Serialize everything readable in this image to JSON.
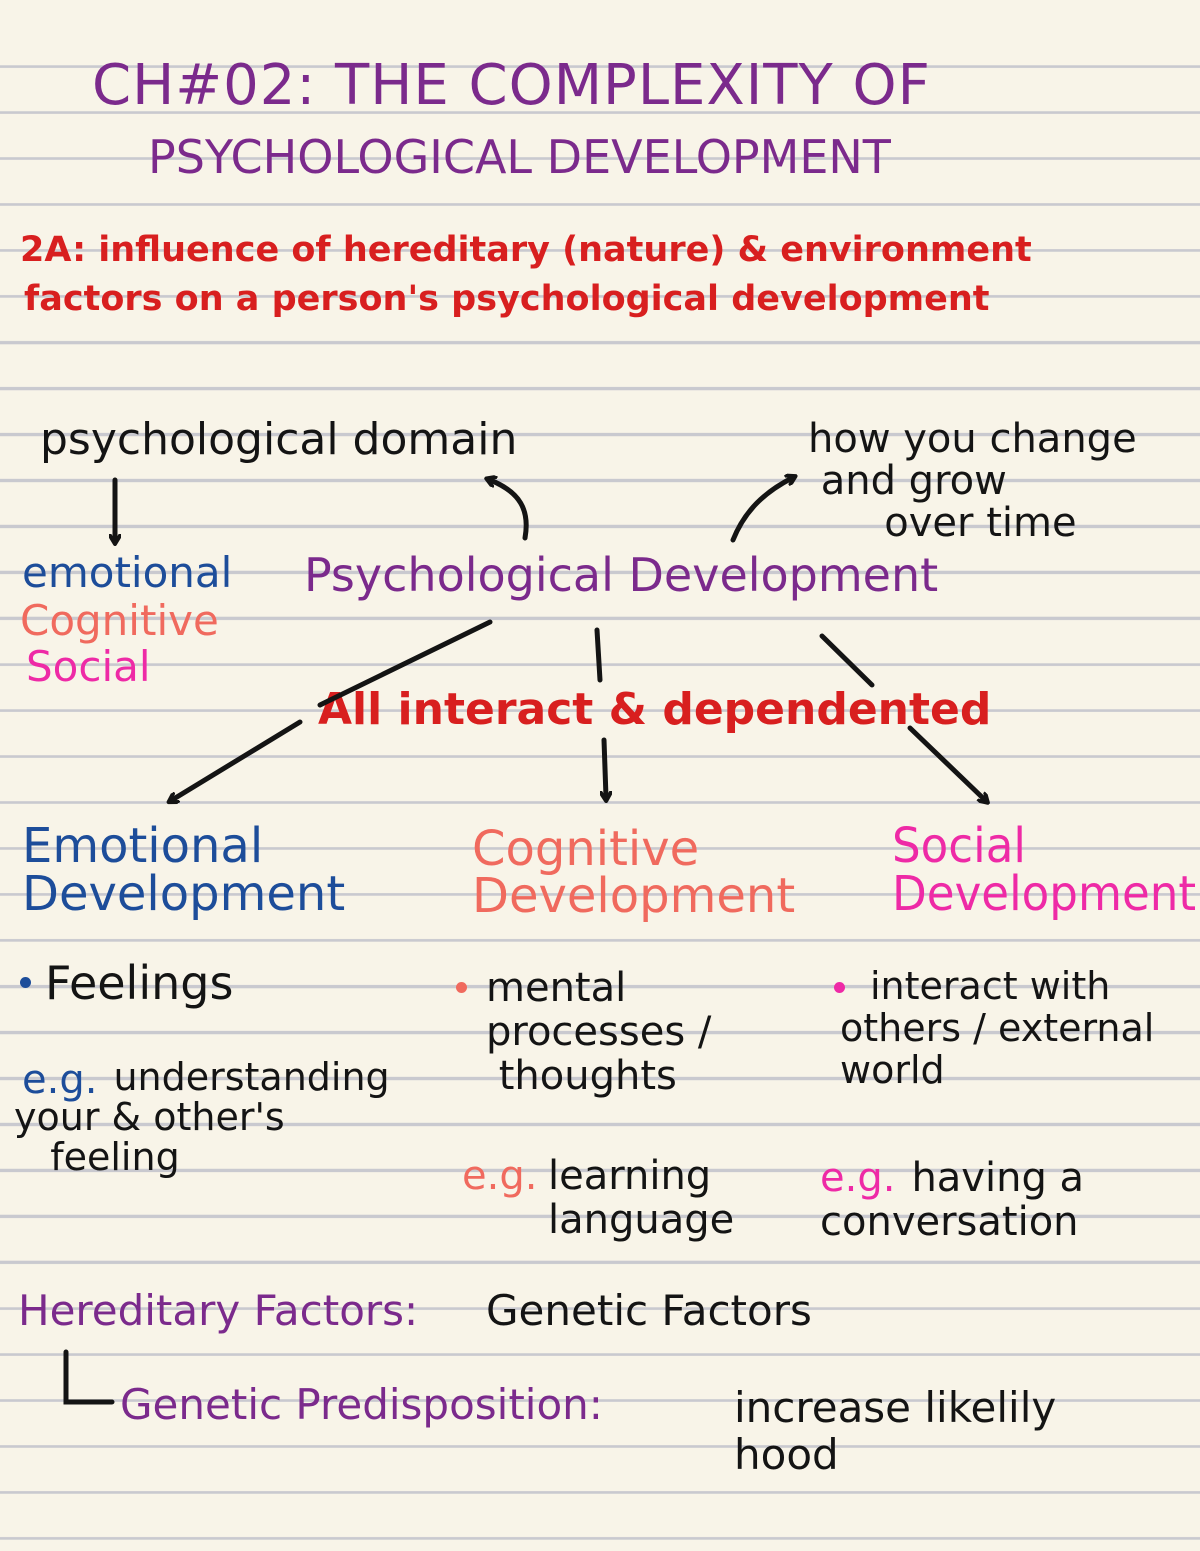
{
  "title": {
    "line1": "CH#02: THE COMPLEXITY OF",
    "line2": "PSYCHOLOGICAL DEVELOPMENT"
  },
  "subtitle": {
    "line1": "2A: influence of hereditary (nature) & environment",
    "line2": "factors on a person's psychological development"
  },
  "notes": {
    "psych_domain": "psychological domain",
    "domains": [
      "emotional",
      "Cognitive",
      "Social"
    ],
    "how_change": "how you change\n and grow\n      over time",
    "central": "Psychological Development",
    "interact": "All interact & dependented"
  },
  "columns": [
    {
      "heading": "Emotional\nDevelopment",
      "bullet": "Feelings",
      "eg": "e.g.",
      "example": "understanding\nyour & other's\n   feeling"
    },
    {
      "heading": "Cognitive\nDevelopment",
      "bullet": "mental\nprocesses /\n thoughts",
      "eg": "e.g.",
      "example": "learning\nlanguage"
    },
    {
      "heading": "Social\nDevelopment",
      "bullet": "interact with\nothers / external\nworld",
      "eg": "e.g.",
      "example": "having a\nconversation"
    }
  ],
  "footer": {
    "hereditary_label": "Hereditary Factors:",
    "hereditary_value": "Genetic Factors",
    "arrow_glyph": "↳",
    "predisposition_label": "Genetic Predisposition:",
    "predisposition_value": "increase likelily\nhood"
  },
  "colors": {
    "purple": "#7b2a8c",
    "red": "#d81f1f",
    "blue": "#1d4d9a",
    "salmon": "#f06a5e",
    "pink": "#ee2aa6",
    "ink": "#141414",
    "paper": "#f8f4e8",
    "rule": "#c9c9cf"
  }
}
